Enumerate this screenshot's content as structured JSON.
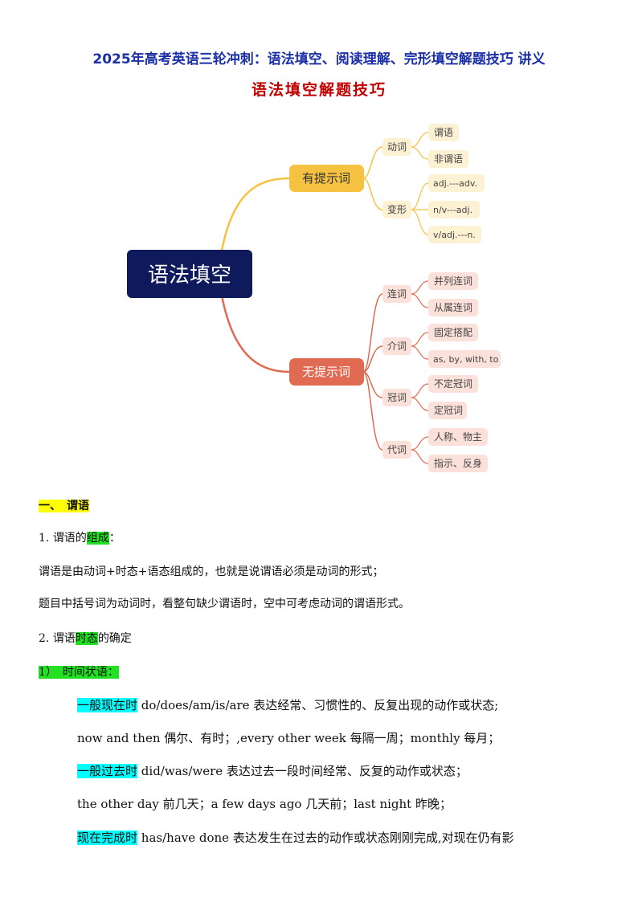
{
  "header": {
    "title": "2025年高考英语三轮冲刺：语法填空、阅读理解、完形填空解题技巧 讲义",
    "subtitle": "语法填空解题技巧"
  },
  "mindmap": {
    "root": "语法填空",
    "branch1": {
      "label": "有提示词",
      "groups": [
        {
          "label": "动词",
          "items": [
            "谓语",
            "非谓语"
          ]
        },
        {
          "label": "变形",
          "items": [
            "adj.---adv.",
            "n/v---adj.",
            "v/adj.---n."
          ]
        }
      ]
    },
    "branch2": {
      "label": "无提示词",
      "groups": [
        {
          "label": "连词",
          "items": [
            "并列连词",
            "从属连词"
          ]
        },
        {
          "label": "介词",
          "items": [
            "固定搭配",
            "as, by, with, to"
          ]
        },
        {
          "label": "冠词",
          "items": [
            "不定冠词",
            "定冠词"
          ]
        },
        {
          "label": "代词",
          "items": [
            "人称、物主",
            "指示、反身"
          ]
        }
      ]
    },
    "colors": {
      "root_bg": "#0f1a5c",
      "branch1": "#f5c242",
      "branch2": "#e06a52",
      "leaf_bg1": "#fdf1d4",
      "leaf_bg2": "#fbe1da"
    }
  },
  "body": {
    "section1": "一、　谓语",
    "p1_num": "1.",
    "p1_pre": "谓语的",
    "p1_hl": "组成",
    "p1_post": "：",
    "p2": "谓语是由动词+时态+语态组成的，也就是说谓语必须是动词的形式；",
    "p3": "题目中括号词为动词时，看整句缺少谓语时，空中可考虑动词的谓语形式。",
    "p4_num": "2.",
    "p4_pre": "谓语",
    "p4_hl": "时态",
    "p4_post": "的确定",
    "p5": "1）　时间状语：",
    "t1_label": "一般现在时",
    "t1_text": "do/does/am/is/are 表达经常、习惯性的、反复出现的动作或状态;",
    "t1_ex": "now and then 偶尔、有时；,every other week 每隔一周；monthly 每月；",
    "t2_label": "一般过去时",
    "t2_text": "did/was/were 表达过去一段时间经常、反复的动作或状态；",
    "t2_ex": "the other day 前几天；a few days ago 几天前；last night 昨晚；",
    "t3_label": "现在完成时",
    "t3_text": "has/have done 表达发生在过去的动作或状态刚刚完成,对现在仍有影"
  }
}
